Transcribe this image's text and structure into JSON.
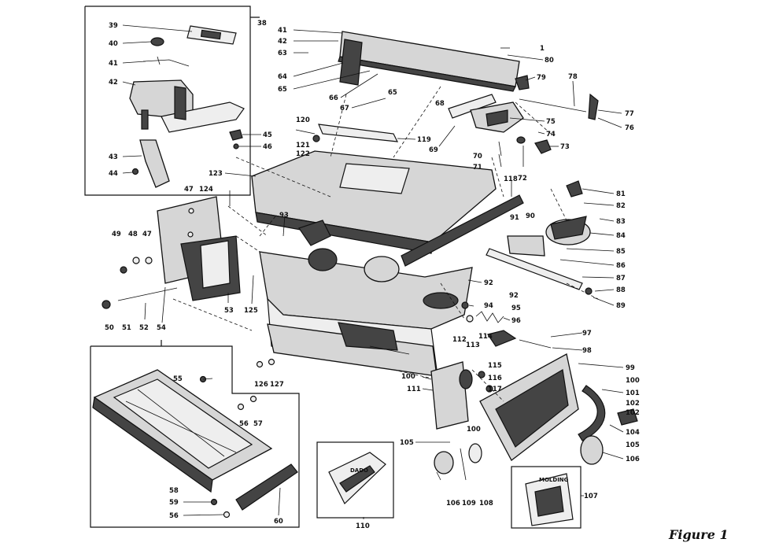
{
  "figure": {
    "caption": "Figure 1",
    "inset_labels": {
      "dado": "DADO",
      "molding": "MOLDING"
    }
  },
  "callouts": [
    {
      "key": "c38",
      "text": "38"
    },
    {
      "key": "c39",
      "text": "39"
    },
    {
      "key": "c40",
      "text": "40"
    },
    {
      "key": "c41a",
      "text": "41"
    },
    {
      "key": "c42a",
      "text": "42"
    },
    {
      "key": "c43",
      "text": "43"
    },
    {
      "key": "c44",
      "text": "44"
    },
    {
      "key": "c45",
      "text": "45"
    },
    {
      "key": "c46",
      "text": "46"
    },
    {
      "key": "c41b",
      "text": "41"
    },
    {
      "key": "c42b",
      "text": "42"
    },
    {
      "key": "c63",
      "text": "63"
    },
    {
      "key": "c64",
      "text": "64"
    },
    {
      "key": "c65a",
      "text": "65"
    },
    {
      "key": "c66",
      "text": "66"
    },
    {
      "key": "c65b",
      "text": "65"
    },
    {
      "key": "c67",
      "text": "67"
    },
    {
      "key": "c68",
      "text": "68"
    },
    {
      "key": "c1",
      "text": "1"
    },
    {
      "key": "c80",
      "text": "80"
    },
    {
      "key": "c79",
      "text": "79"
    },
    {
      "key": "c78",
      "text": "78"
    },
    {
      "key": "c77",
      "text": "77"
    },
    {
      "key": "c76",
      "text": "76"
    },
    {
      "key": "c75",
      "text": "75"
    },
    {
      "key": "c74",
      "text": "74"
    },
    {
      "key": "c73",
      "text": "73"
    },
    {
      "key": "c120",
      "text": "120"
    },
    {
      "key": "c119",
      "text": "119"
    },
    {
      "key": "c121",
      "text": "121"
    },
    {
      "key": "c122",
      "text": "122"
    },
    {
      "key": "c69",
      "text": "69"
    },
    {
      "key": "c70",
      "text": "70"
    },
    {
      "key": "c71",
      "text": "71"
    },
    {
      "key": "c72",
      "text": "72"
    },
    {
      "key": "c118",
      "text": "118"
    },
    {
      "key": "c123",
      "text": "123"
    },
    {
      "key": "c124",
      "text": "124"
    },
    {
      "key": "c47a",
      "text": "47"
    },
    {
      "key": "c81",
      "text": "81"
    },
    {
      "key": "c82a",
      "text": "82"
    },
    {
      "key": "c83",
      "text": "83"
    },
    {
      "key": "c84",
      "text": "84"
    },
    {
      "key": "c85",
      "text": "85"
    },
    {
      "key": "c86",
      "text": "86"
    },
    {
      "key": "c87",
      "text": "87"
    },
    {
      "key": "c88",
      "text": "88"
    },
    {
      "key": "c89",
      "text": "89"
    },
    {
      "key": "c91",
      "text": "91"
    },
    {
      "key": "c90",
      "text": "90"
    },
    {
      "key": "c93",
      "text": "93"
    },
    {
      "key": "c49",
      "text": "49"
    },
    {
      "key": "c48",
      "text": "48"
    },
    {
      "key": "c47b",
      "text": "47"
    },
    {
      "key": "c92a",
      "text": "92"
    },
    {
      "key": "c92b",
      "text": "92"
    },
    {
      "key": "c125",
      "text": "125"
    },
    {
      "key": "c53",
      "text": "53"
    },
    {
      "key": "c94",
      "text": "94"
    },
    {
      "key": "c95",
      "text": "95"
    },
    {
      "key": "c96",
      "text": "96"
    },
    {
      "key": "c50",
      "text": "50"
    },
    {
      "key": "c51",
      "text": "51"
    },
    {
      "key": "c52",
      "text": "52"
    },
    {
      "key": "c54",
      "text": "54"
    },
    {
      "key": "c97",
      "text": "97"
    },
    {
      "key": "c98",
      "text": "98"
    },
    {
      "key": "c112",
      "text": "112"
    },
    {
      "key": "c113",
      "text": "113"
    },
    {
      "key": "c114",
      "text": "114"
    },
    {
      "key": "c115",
      "text": "115"
    },
    {
      "key": "c116",
      "text": "116"
    },
    {
      "key": "c117",
      "text": "117"
    },
    {
      "key": "c99",
      "text": "99"
    },
    {
      "key": "c100a",
      "text": "100"
    },
    {
      "key": "c101",
      "text": "101"
    },
    {
      "key": "c102a",
      "text": "102"
    },
    {
      "key": "c102b",
      "text": "102"
    },
    {
      "key": "c104",
      "text": "104"
    },
    {
      "key": "c105a",
      "text": "105"
    },
    {
      "key": "c106a",
      "text": "106"
    },
    {
      "key": "c126",
      "text": "126"
    },
    {
      "key": "c127",
      "text": "127"
    },
    {
      "key": "c100b",
      "text": "100"
    },
    {
      "key": "c111",
      "text": "111"
    },
    {
      "key": "c55",
      "text": "55"
    },
    {
      "key": "c56a",
      "text": "56"
    },
    {
      "key": "c57",
      "text": "57"
    },
    {
      "key": "c100c",
      "text": "100"
    },
    {
      "key": "c105b",
      "text": "105"
    },
    {
      "key": "c58",
      "text": "58"
    },
    {
      "key": "c59",
      "text": "59"
    },
    {
      "key": "c56b",
      "text": "56"
    },
    {
      "key": "c60",
      "text": "60"
    },
    {
      "key": "c106b",
      "text": "106"
    },
    {
      "key": "c109",
      "text": "109"
    },
    {
      "key": "c108",
      "text": "108"
    },
    {
      "key": "c110",
      "text": "110"
    },
    {
      "key": "c107",
      "text": "107"
    }
  ]
}
